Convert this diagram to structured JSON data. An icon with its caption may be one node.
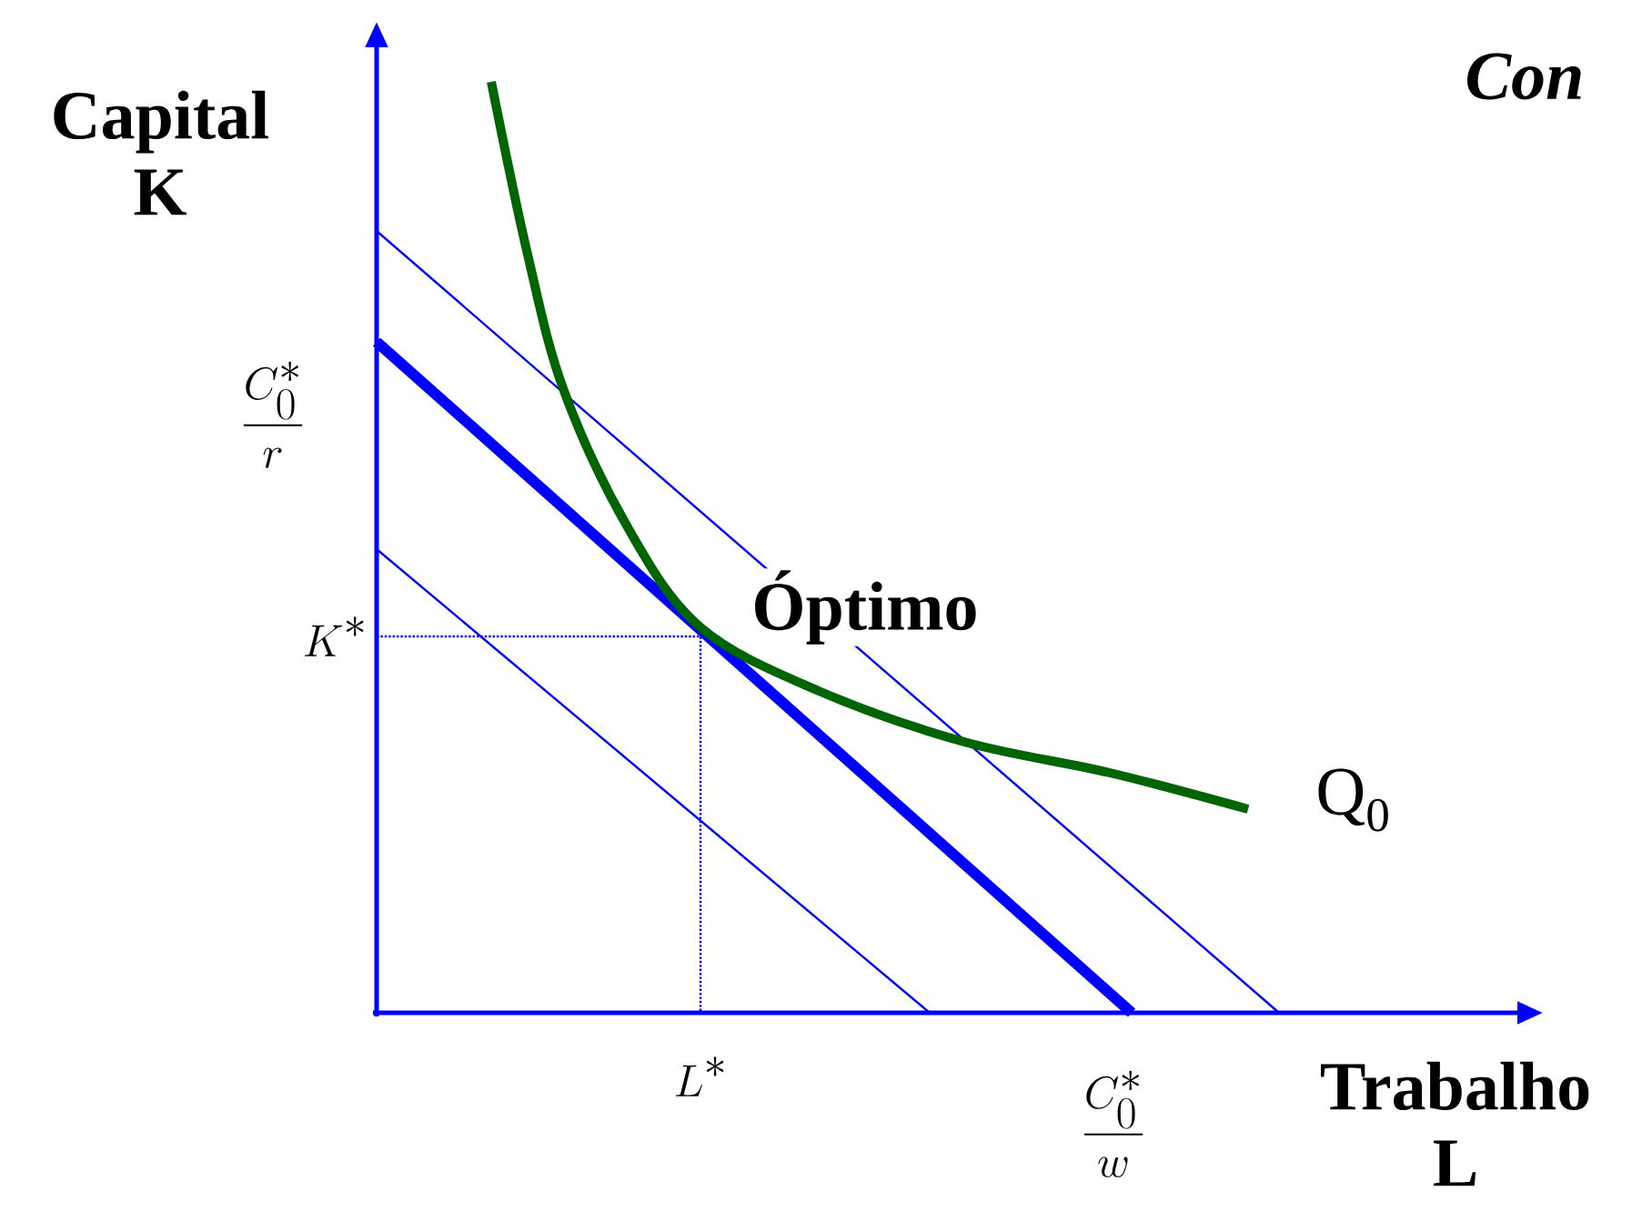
{
  "diagram": {
    "labels": [
      "Capital K",
      "Con",
      "\\frac{C_{0}^{*}}{r}",
      "K^{*}",
      "Óptimo",
      "Q$_{0}$",
      "L^{*}",
      "\\frac{C_{0}^{*}}{w}",
      "Trabalho L"
    ]
  }
}
